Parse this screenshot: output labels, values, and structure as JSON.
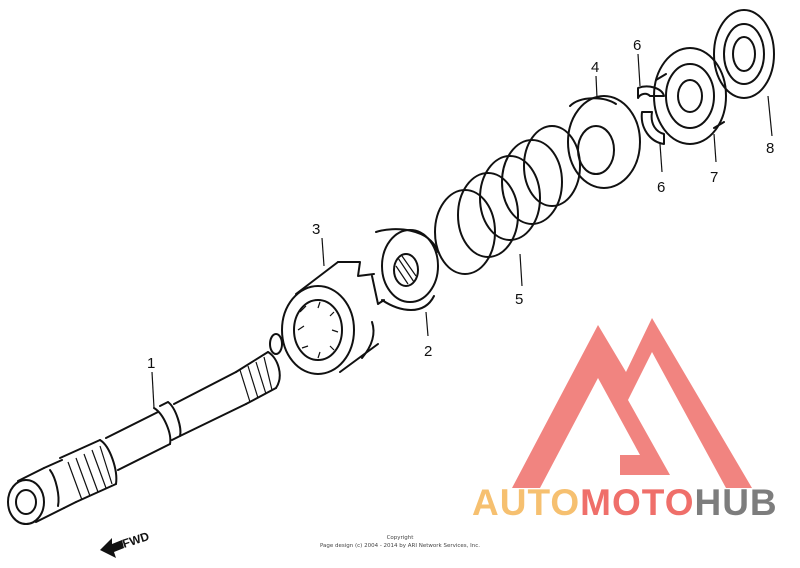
{
  "parts": [
    {
      "id": "1",
      "label": "1"
    },
    {
      "id": "2",
      "label": "2"
    },
    {
      "id": "3",
      "label": "3"
    },
    {
      "id": "4",
      "label": "4"
    },
    {
      "id": "5",
      "label": "5"
    },
    {
      "id": "6a",
      "label": "6"
    },
    {
      "id": "6b",
      "label": "6"
    },
    {
      "id": "7",
      "label": "7"
    },
    {
      "id": "8",
      "label": "8"
    }
  ],
  "direction_label": "FWD",
  "copyright": {
    "line1": "Copyright",
    "line2": "Page design (c) 2004 - 2014 by ARI Network Services, Inc."
  },
  "watermark": {
    "part1": "AUTO",
    "part2": "MOTO",
    "part3": "HUB",
    "colors": {
      "orange": "#f6c070",
      "red": "#ef6f6a",
      "gray": "#7d7d7d"
    }
  }
}
